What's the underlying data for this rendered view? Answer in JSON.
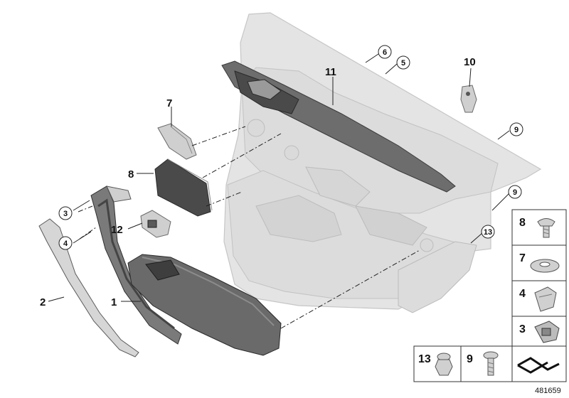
{
  "diagram": {
    "callouts": [
      "1",
      "2",
      "3",
      "4",
      "5",
      "6",
      "7",
      "8",
      "9",
      "9",
      "10",
      "11",
      "12",
      "13"
    ],
    "parts_box_labels": [
      "8",
      "7",
      "4",
      "3",
      "13",
      "9"
    ],
    "document_id": "481659"
  }
}
